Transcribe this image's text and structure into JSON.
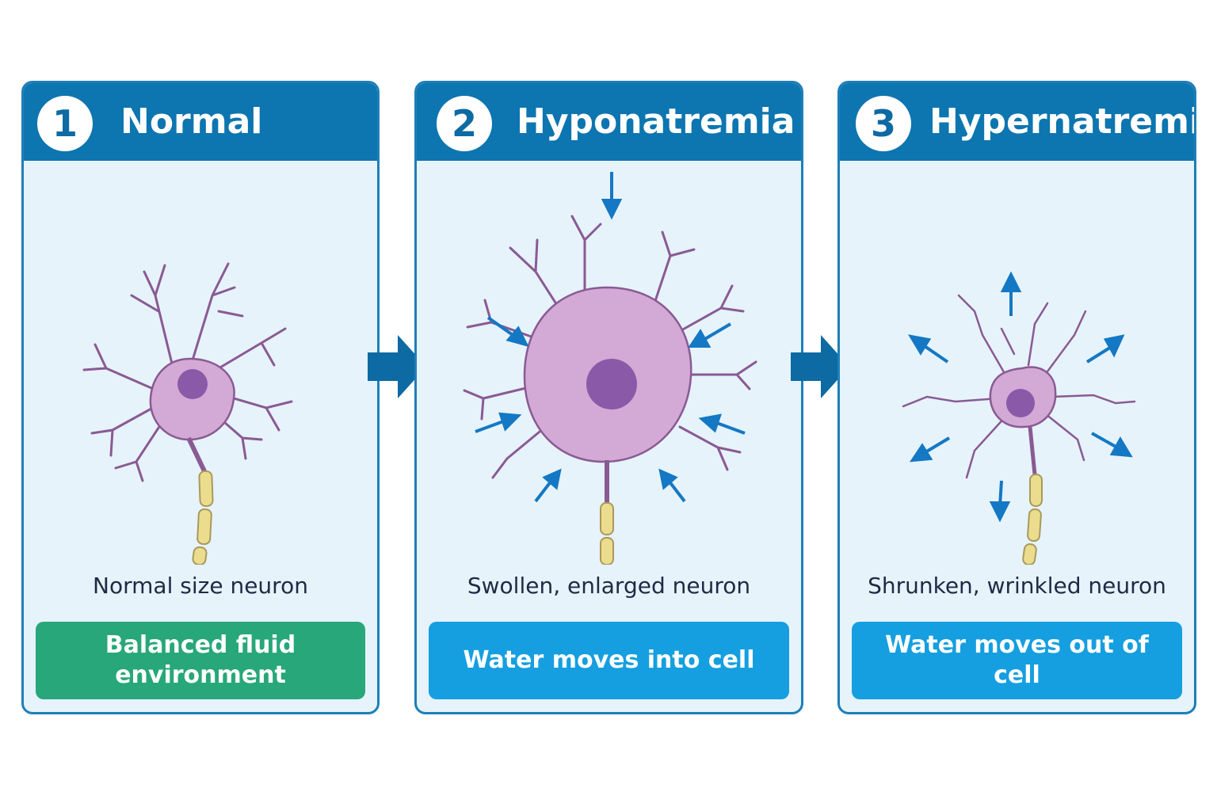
{
  "panels": [
    {
      "number": "1",
      "title": "Normal",
      "caption": "Normal size neuron",
      "status": "Balanced fluid environment",
      "status_color": "#27a77a"
    },
    {
      "number": "2",
      "title": "Hyponatremia",
      "caption": "Swollen, enlarged neuron",
      "status": "Water moves into cell",
      "status_color": "#159fe0"
    },
    {
      "number": "3",
      "title": "Hypernatremia",
      "caption": "Shrunken, wrinkled neuron",
      "status": "Water moves out of cell",
      "status_color": "#159fe0"
    }
  ],
  "colors": {
    "header": "#0d75b0",
    "panel_bg": "#e6f3fb",
    "neuron_body": "#d3a9d6",
    "neuron_outline": "#8a5a93",
    "nucleus": "#8a5aa8",
    "myelin": "#ecdc8e",
    "water_arrow": "#1478c4",
    "connector_arrow": "#0d6aa3"
  },
  "icons": [
    "water-inflow-arrow-icon",
    "water-outflow-arrow-icon",
    "step-arrow-icon"
  ]
}
